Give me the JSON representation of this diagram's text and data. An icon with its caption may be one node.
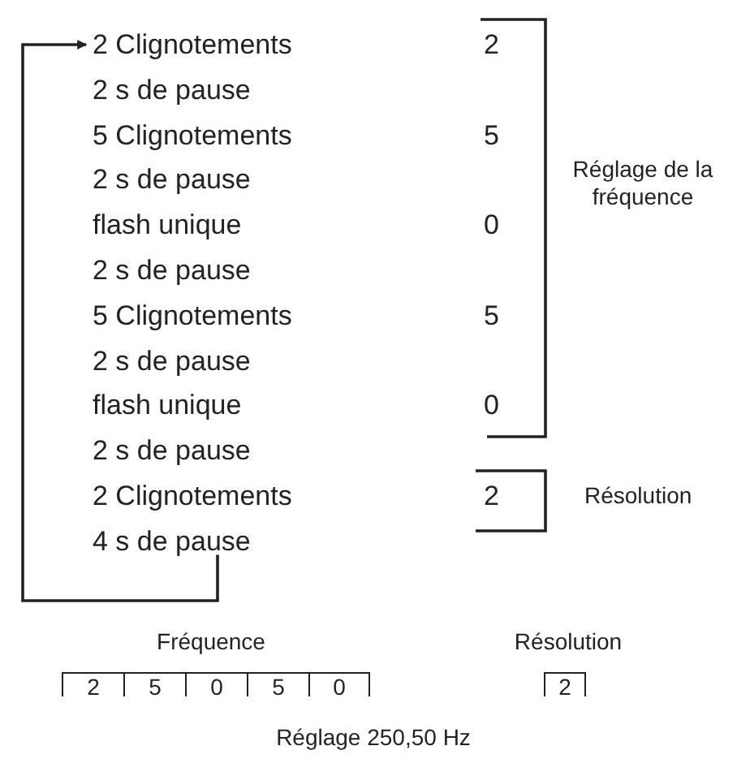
{
  "diagram": {
    "nodes": [
      {
        "text": [
          "2 Clignotements"
        ]
      },
      {
        "text": [
          "2 s de pause"
        ]
      },
      {
        "text": [
          "5 Clignotements"
        ]
      },
      {
        "text": [
          "2 s de pause"
        ]
      },
      {
        "text": [
          "flash unique"
        ]
      },
      {
        "text": [
          "2 s de pause"
        ]
      },
      {
        "text": [
          "5 Clignotements"
        ]
      },
      {
        "text": [
          "2 s de pause"
        ]
      },
      {
        "text": [
          "flash unique"
        ]
      },
      {
        "text": [
          "2 s de pause"
        ]
      },
      {
        "text": [
          "2 Clignotements"
        ]
      },
      {
        "text": [
          "4 s de pause"
        ]
      }
    ],
    "edges": [
      {
        "from": 11,
        "to": 0,
        "arrow": "to"
      }
    ],
    "labels": [
      "2",
      "5",
      "Réglage de la fréquence",
      "0",
      "5",
      "0",
      "2",
      "Résolution",
      "Fréquence",
      "Résolution",
      "2",
      "5",
      "0",
      "5",
      "0",
      "2",
      "Réglage 250,50 Hz"
    ]
  }
}
